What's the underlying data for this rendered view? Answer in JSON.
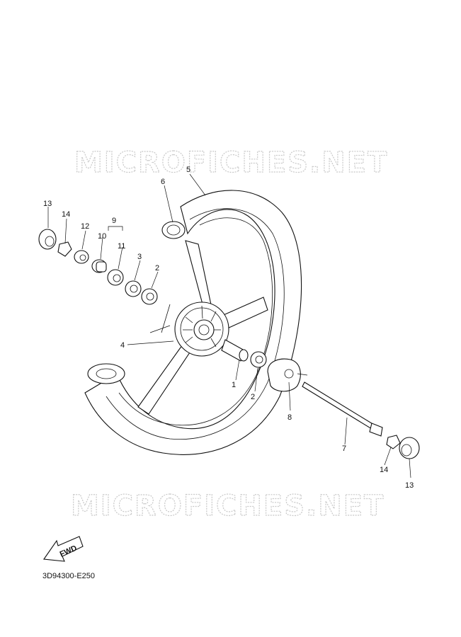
{
  "watermark": {
    "text": "MICROFICHES.NET"
  },
  "diagram_code": "3D94300-E250",
  "fwd_label": "FWD",
  "callouts": [
    "13",
    "14",
    "12",
    "9",
    "10",
    "11",
    "3",
    "2",
    "6",
    "5",
    "4",
    "1",
    "2",
    "8",
    "7",
    "14",
    "13"
  ]
}
